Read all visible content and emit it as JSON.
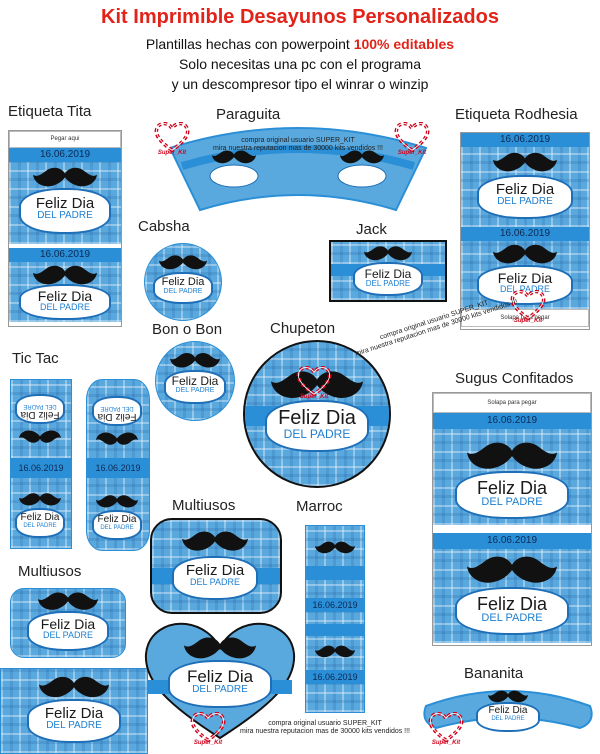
{
  "header": {
    "title": "Kit Imprimible Desayunos Personalizados",
    "line1_pre": "Plantillas hechas con powerpoint ",
    "line1_hl": "100% editables",
    "line2": "Solo necesitas una pc con el programa",
    "line3": "y un descompresor tipo el winrar o winzip"
  },
  "labels": {
    "etiqueta_tita": "Etiqueta Tita",
    "paraguita": "Paraguita",
    "etiqueta_rodhesia": "Etiqueta Rodhesia",
    "cabsha": "Cabsha",
    "jack": "Jack",
    "bon_o_bon": "Bon o Bon",
    "chupeton": "Chupeton",
    "tic_tac": "Tic Tac",
    "sugus": "Sugus Confitados",
    "multiusos1": "Multiusos",
    "marroc": "Marroc",
    "multiusos2": "Multiusos",
    "bananita": "Bananita"
  },
  "card": {
    "date": "16.06.2019",
    "feliz": "Feliz Dia",
    "padre": "DEL PADRE",
    "pegar_aqui": "Pegar aqui",
    "solapa": "Solapa para pegar"
  },
  "watermark": {
    "l1": "compra original usuario SUPER_KIT",
    "l2": "mira nuestra reputacion mas de 30000 kits vendidos !!!"
  },
  "brand": {
    "name": "Super_Kit"
  },
  "colors": {
    "title": "#e2231a",
    "blue": "#2a8fd6",
    "plaid": "#5aa9de",
    "dark_text": "#1a1a1a"
  }
}
